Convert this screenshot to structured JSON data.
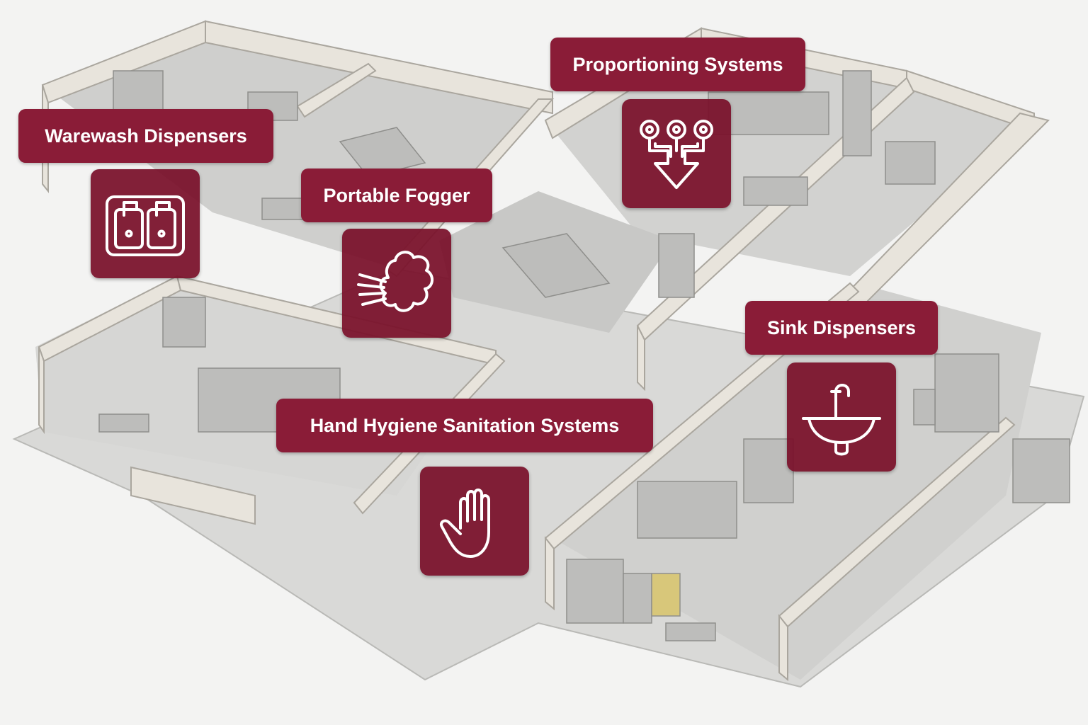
{
  "colors": {
    "label_bg": "#8a1c37",
    "tile_bg": "#7a122c",
    "text": "#ffffff",
    "background": "#f3f3f2"
  },
  "callouts": [
    {
      "label": "Warewash Dispensers",
      "icon": "double-sink-dispenser-icon"
    },
    {
      "label": "Portable Fogger",
      "icon": "fog-spray-icon"
    },
    {
      "label": "Proportioning Systems",
      "icon": "proportioning-manifold-icon"
    },
    {
      "label": "Sink Dispensers",
      "icon": "sink-faucet-icon"
    },
    {
      "label": "Hand Hygiene Sanitation Systems",
      "icon": "hand-icon"
    }
  ]
}
